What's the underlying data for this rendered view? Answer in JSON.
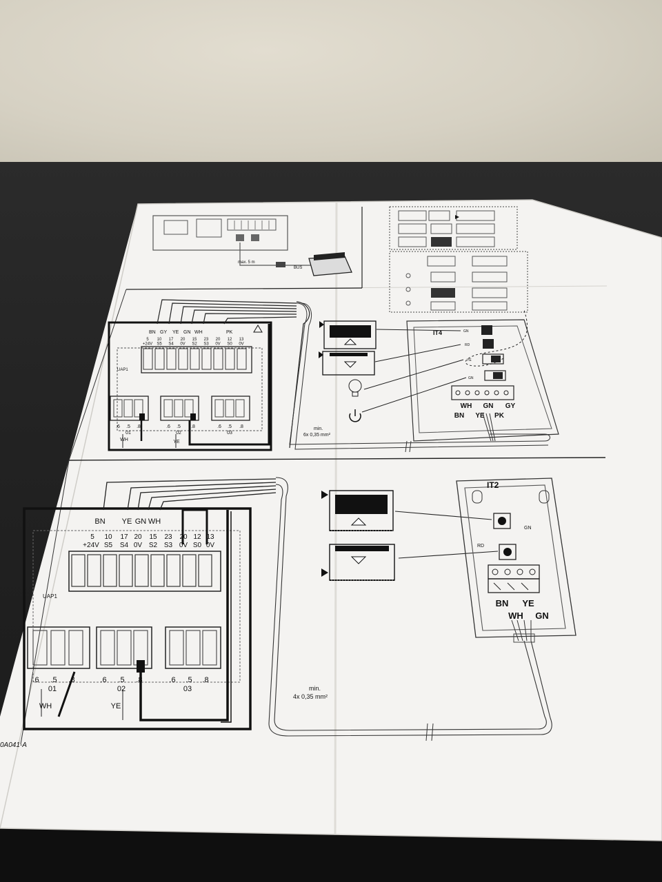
{
  "colors": {
    "paper": "#f4f3f1",
    "ink": "#111111",
    "wall": "#d8d4c6",
    "table": "#1e1e1e"
  },
  "top_panel": {
    "cable_length": "max. 5 m",
    "bus_label": "BUS"
  },
  "it4": {
    "title": "IT4",
    "leds": [
      "GN",
      "RD",
      "YE",
      "GN"
    ],
    "wires": [
      "WH",
      "GN",
      "GY",
      "BN",
      "YE",
      "PK"
    ],
    "cable": "min.\n6x 0,35 mm²",
    "cable_line1": "min.",
    "cable_line2": "6x 0,35 mm²"
  },
  "uap1_upper": {
    "label": "UAP1",
    "wire_colors": [
      "BN",
      "GY",
      "YE",
      "GN",
      "WH",
      "PK"
    ],
    "terminals": [
      "5\n+24V",
      "10\nS5",
      "17\nS4",
      "20\n0V",
      "15\nS2",
      "23\nS3",
      "20\n0V",
      "12\nS0",
      "13\n0V"
    ],
    "relays": [
      {
        "pins": [
          ".6",
          ".5",
          ".8"
        ],
        "name": "01",
        "wire": "WH"
      },
      {
        "pins": [
          ".6",
          ".5",
          ".8"
        ],
        "name": "02",
        "wire": "YE"
      },
      {
        "pins": [
          ".6",
          ".5",
          ".8"
        ],
        "name": "03",
        "wire": ""
      }
    ]
  },
  "uap1_lower": {
    "label": "UAP1",
    "wire_colors": [
      "BN",
      "YE",
      "GN",
      "WH"
    ],
    "term_nums": [
      "5",
      "10",
      "17",
      "20",
      "15",
      "23",
      "20",
      "12",
      "13"
    ],
    "term_names": [
      "+24V",
      "S5",
      "S4",
      "0V",
      "S2",
      "S3",
      "0V",
      "S0",
      "0V"
    ],
    "relays": [
      {
        "pins": [
          ".6",
          ".5",
          ".8"
        ],
        "name": "01",
        "wire": "WH"
      },
      {
        "pins": [
          ".6",
          ".5",
          ".8"
        ],
        "name": "02",
        "wire": "YE"
      },
      {
        "pins": [
          ".6",
          ".5",
          ".8"
        ],
        "name": "03",
        "wire": ""
      }
    ]
  },
  "it2": {
    "title": "IT2",
    "leds": [
      "GN",
      "RD"
    ],
    "wires": [
      "BN",
      "YE",
      "WH",
      "GN"
    ],
    "cable_line1": "min.",
    "cable_line2": "4x 0,35 mm²"
  },
  "doc_code": "0A041-A"
}
